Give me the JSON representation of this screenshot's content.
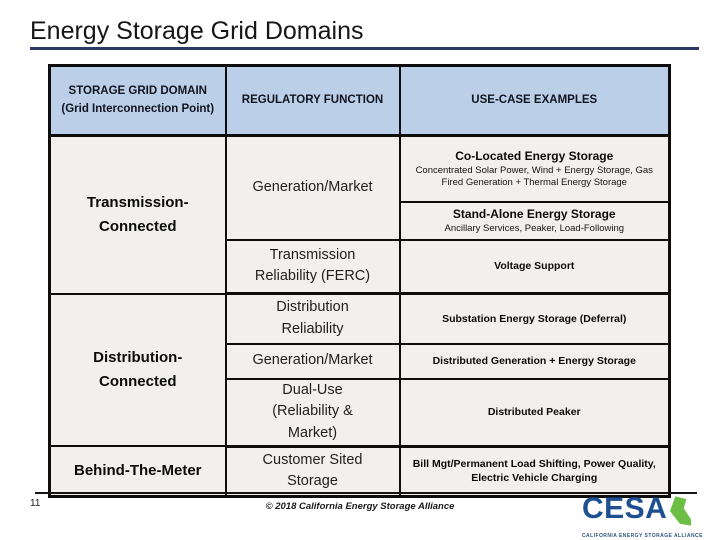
{
  "slide": {
    "title": "Energy Storage Grid Domains",
    "page_number": "11",
    "copyright": "© 2018 California Energy Storage Alliance"
  },
  "table": {
    "col_headers": {
      "domain": "STORAGE GRID DOMAIN (Grid Interconnection Point)",
      "function": "REGULATORY FUNCTION",
      "use_case": "USE-CASE EXAMPLES"
    },
    "domains": {
      "transmission": "Transmission-Connected",
      "distribution": "Distribution-Connected",
      "behind_the_meter": "Behind-The-Meter"
    },
    "functions": {
      "tc_generation_market": "Generation/Market",
      "tc_transmission_reliability": "Transmission Reliability (FERC)",
      "dc_distribution_reliability": "Distribution Reliability",
      "dc_generation_market": "Generation/Market",
      "dc_dual_use": "Dual-Use (Reliability & Market)",
      "btm_customer_sited": "Customer Sited Storage"
    },
    "use_cases": {
      "co_located": {
        "title": "Co-Located Energy Storage",
        "detail": "Concentrated Solar Power, Wind + Energy Storage, Gas Fired Generation + Thermal Energy Storage"
      },
      "stand_alone": {
        "title": "Stand-Alone Energy Storage",
        "detail": "Ancillary Services, Peaker, Load-Following"
      },
      "voltage_support": {
        "title": "Voltage Support"
      },
      "substation": {
        "title": "Substation Energy Storage (Deferral)"
      },
      "distributed_generation": {
        "title": "Distributed Generation + Energy Storage"
      },
      "distributed_peaker": {
        "title": "Distributed Peaker"
      },
      "bill_mgt": {
        "title": "Bill Mgt/Permanent Load Shifting, Power Quality, Electric Vehicle Charging"
      }
    }
  },
  "logo": {
    "wordmark": "CESA",
    "tagline": "CALIFORNIA ENERGY STORAGE ALLIANCE"
  },
  "colors": {
    "accent_navy": "#2b3966",
    "header_blue": "#bccfe9",
    "cell_gray": "#f1f0ee",
    "border_black": "#0d0d0d",
    "logo_blue": "#1d4f91",
    "logo_green": "#6cbe45"
  }
}
